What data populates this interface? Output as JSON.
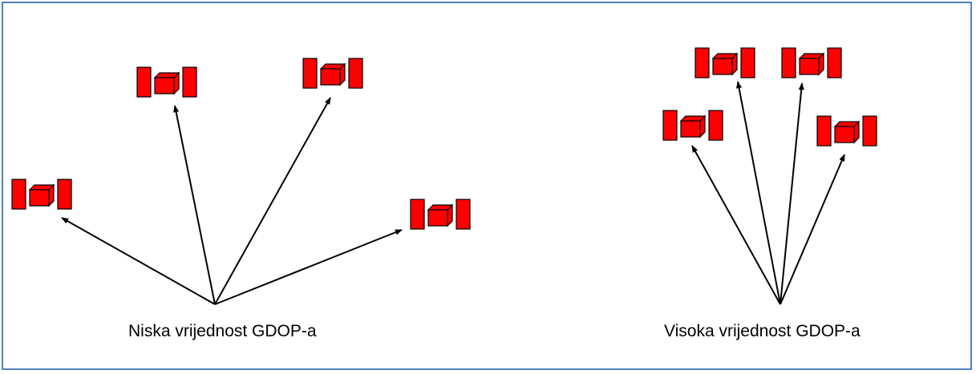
{
  "panels": {
    "low": {
      "caption": "Niska vrijednost GDOP-a"
    },
    "high": {
      "caption": "Visoka vrijednost GDOP-a"
    }
  },
  "colors": {
    "border": "#4f81bd",
    "satellite_fill": "#ff0000",
    "satellite_outline": "#000000",
    "arrow": "#000000"
  },
  "icons": [
    "satellite-icon",
    "arrow"
  ]
}
